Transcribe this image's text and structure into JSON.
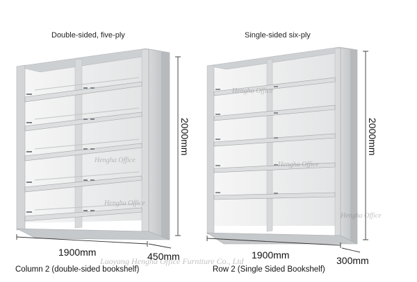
{
  "left_shelf": {
    "title": "Double-sided, five-ply",
    "height_label": "2000mm",
    "width_label": "1900mm",
    "depth_label": "450mm",
    "caption": "Column 2 (double-sided bookshelf)"
  },
  "right_shelf": {
    "title": "Single-sided six-ply",
    "height_label": "2000mm",
    "width_label": "1900mm",
    "depth_label": "300mm",
    "caption": "Row 2 (Single Sided Bookshelf)"
  },
  "watermark": {
    "company": "Luoyang Hengha Office Furniture Co., Ltd",
    "short": "Hengha Office"
  },
  "colors": {
    "shelf_light": "#e4e5e6",
    "shelf_mid": "#cfd1d3",
    "shelf_dark": "#a9acaf",
    "line": "#333333"
  }
}
